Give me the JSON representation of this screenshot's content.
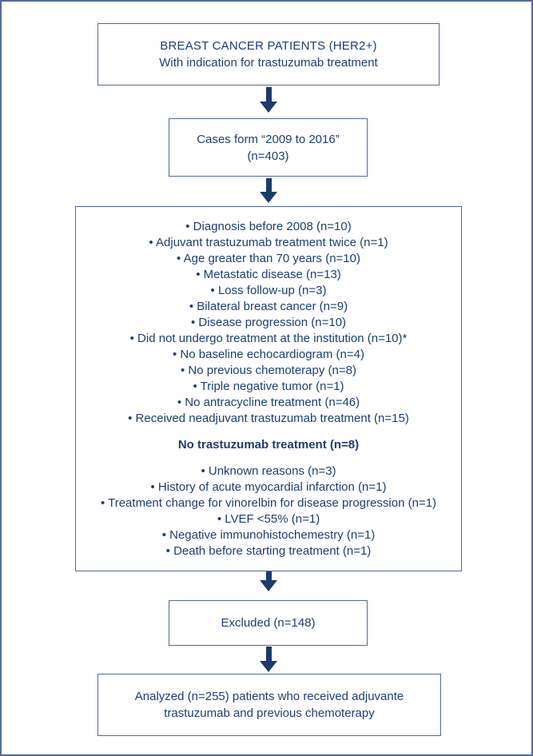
{
  "colors": {
    "text_navy": "#1e3d74",
    "arrow_navy": "#1d3a6d",
    "box_border": "#51699e",
    "frame_border": "#54699b",
    "background": "#ffffff"
  },
  "flowchart": {
    "patients_box": {
      "line1": "BREAST CANCER PATIENTS (HER2+)",
      "line2": "With indication for trastuzumab treatment"
    },
    "cases_box": {
      "line1": "Cases form “2009 to 2016”",
      "line2": "(n=403)"
    },
    "exclusion_box": {
      "items_top": [
        "• Diagnosis before 2008 (n=10)",
        "• Adjuvant trastuzumab treatment twice (n=1)",
        "• Age greater than 70 years (n=10)",
        "• Metastatic disease (n=13)",
        "• Loss follow-up (n=3)",
        "• Bilateral breast cancer (n=9)",
        "• Disease progression (n=10)",
        "• Did not undergo treatment at the institution (n=10)*",
        "• No baseline echocardiogram (n=4)",
        "• No previous chemoterapy (n=8)",
        "• Triple negative tumor (n=1)",
        "• No antracycline treatment (n=46)",
        "• Received neadjuvant trastuzumab treatment (n=15)"
      ],
      "highlight": "No trastuzumab treatment (n=8)",
      "items_bottom": [
        "• Unknown reasons (n=3)",
        "• History of acute myocardial infarction (n=1)",
        "• Treatment change for vinorelbin for disease progression (n=1)",
        "• LVEF <55% (n=1)",
        "• Negative immunohistochemestry (n=1)",
        "• Death before starting treatment (n=1)"
      ]
    },
    "excluded_box": {
      "label": "Excluded (n=148)"
    },
    "analyzed_box": {
      "label": "Analyzed (n=255) patients who received adjuvante trastuzumab and previous chemoterapy"
    }
  }
}
